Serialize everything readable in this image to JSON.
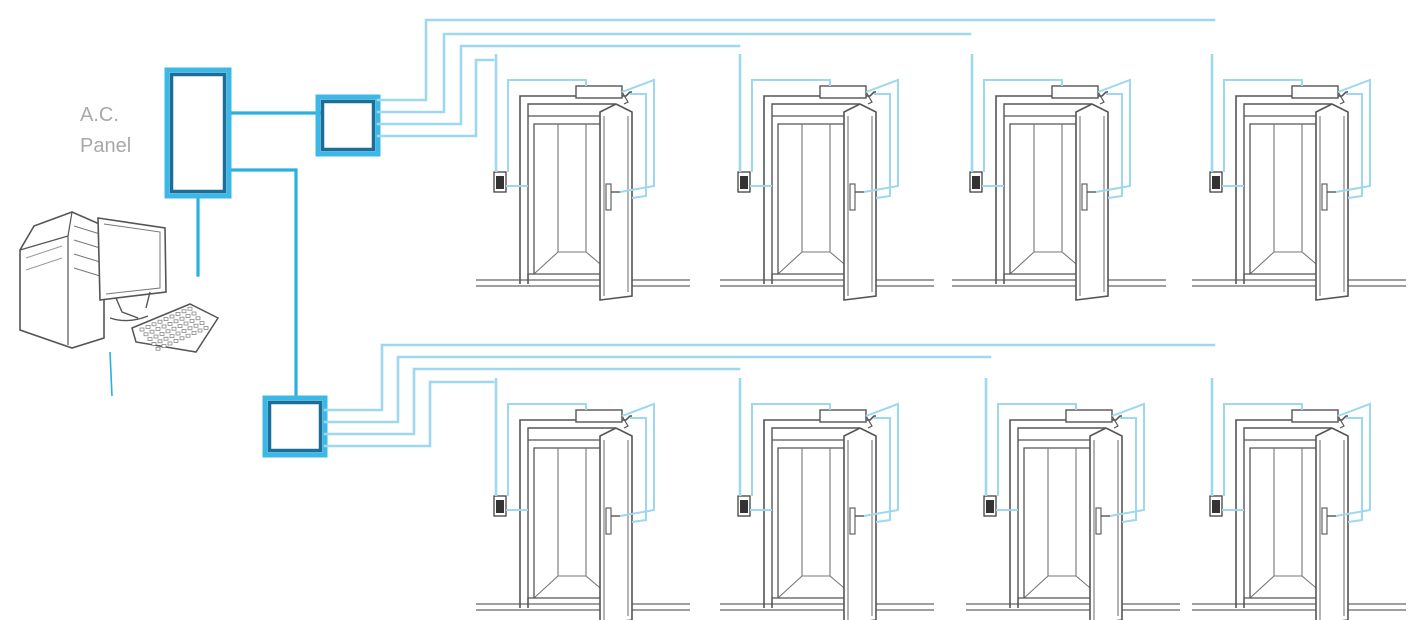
{
  "panel": {
    "label_line1": "A.C.",
    "label_line2": "Panel"
  },
  "colors": {
    "wire": "#2ab0de",
    "wire_light": "#9ed8ee",
    "box_outer": "#3bb8e6",
    "box_inner": "#1c6e98",
    "outline": "#555555",
    "reader": "#333333",
    "label": "#a8a8a8"
  },
  "icons": {
    "computer": "desktop-computer-icon",
    "door": "door-icon",
    "reader": "card-reader-icon"
  },
  "rows": [
    {
      "name": "upper-door-row",
      "doors": 4
    },
    {
      "name": "lower-door-row",
      "doors": 4
    }
  ]
}
